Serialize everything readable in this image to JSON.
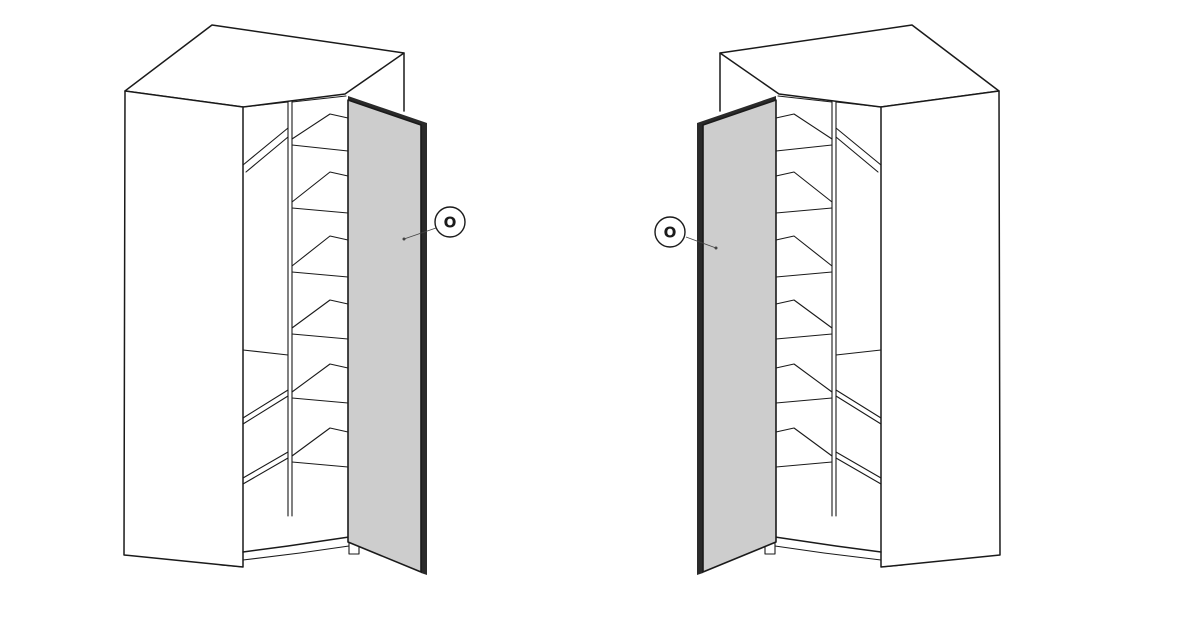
{
  "figures": [
    {
      "id": "left-wardrobe",
      "door_side": "right",
      "callout": {
        "label": "O"
      }
    },
    {
      "id": "right-wardrobe",
      "door_side": "left",
      "callout": {
        "label": "O"
      }
    }
  ],
  "colors": {
    "line": "#1a1a1a",
    "door_fill": "#cdcdcd",
    "background": "#ffffff"
  }
}
